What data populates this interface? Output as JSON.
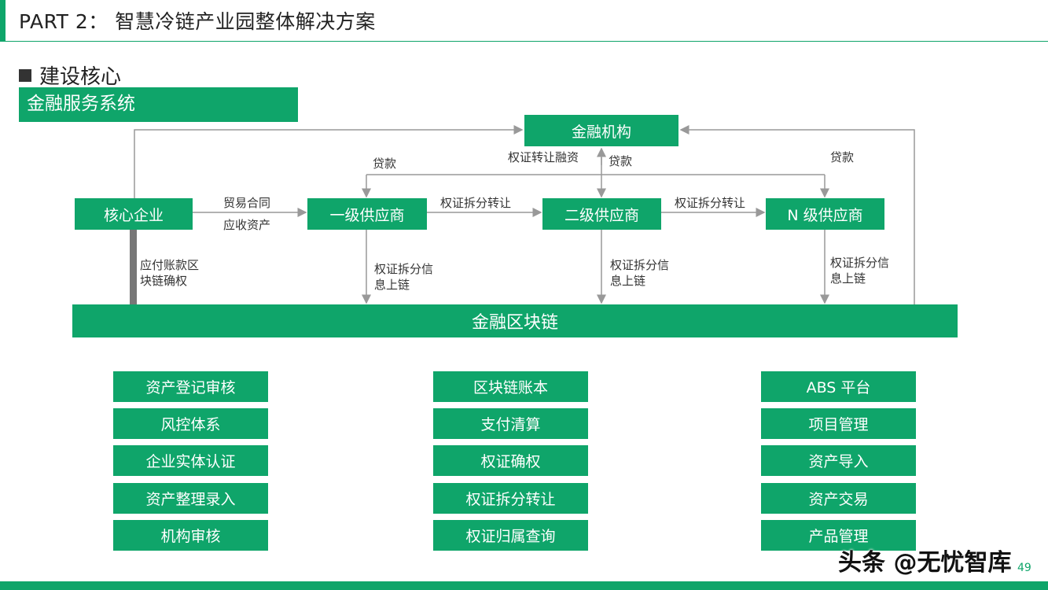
{
  "header": {
    "title": "PART 2： 智慧冷链产业园整体解决方案"
  },
  "section": {
    "heading": "建设核心",
    "subtitle": "金融服务系统"
  },
  "diagram": {
    "nodes": {
      "finance_institution": "金融机构",
      "core_enterprise": "核心企业",
      "tier1": "一级供应商",
      "tier2": "二级供应商",
      "tierN": "N 级供应商",
      "blockchain": "金融区块链"
    },
    "labels": {
      "trade_contract": "贸易合同",
      "receivable_assets": "应收资产",
      "transfer_1": "权证拆分转让",
      "transfer_2": "权证拆分转让",
      "equity_financing": "权证转让融资",
      "loan_left": "贷款",
      "loan_mid": "贷款",
      "loan_right": "贷款",
      "payable_line1": "应付账款区",
      "payable_line2": "块链确权",
      "onchain1_line1": "权证拆分信",
      "onchain1_line2": "息上链",
      "onchain2_line1": "权证拆分信",
      "onchain2_line2": "息上链",
      "onchain3_line1": "权证拆分信",
      "onchain3_line2": "息上链"
    }
  },
  "functions": {
    "col1": [
      "资产登记审核",
      "风控体系",
      "企业实体认证",
      "资产整理录入",
      "机构审核"
    ],
    "col2": [
      "区块链账本",
      "支付清算",
      "权证确权",
      "权证拆分转让",
      "权证归属查询"
    ],
    "col3": [
      "ABS 平台",
      "项目管理",
      "资产导入",
      "资产交易",
      "产品管理"
    ]
  },
  "footer": {
    "page_number": "49",
    "watermark": "头条 @无忧智库"
  },
  "colors": {
    "accent": "#0fa56a",
    "line": "#999999"
  }
}
